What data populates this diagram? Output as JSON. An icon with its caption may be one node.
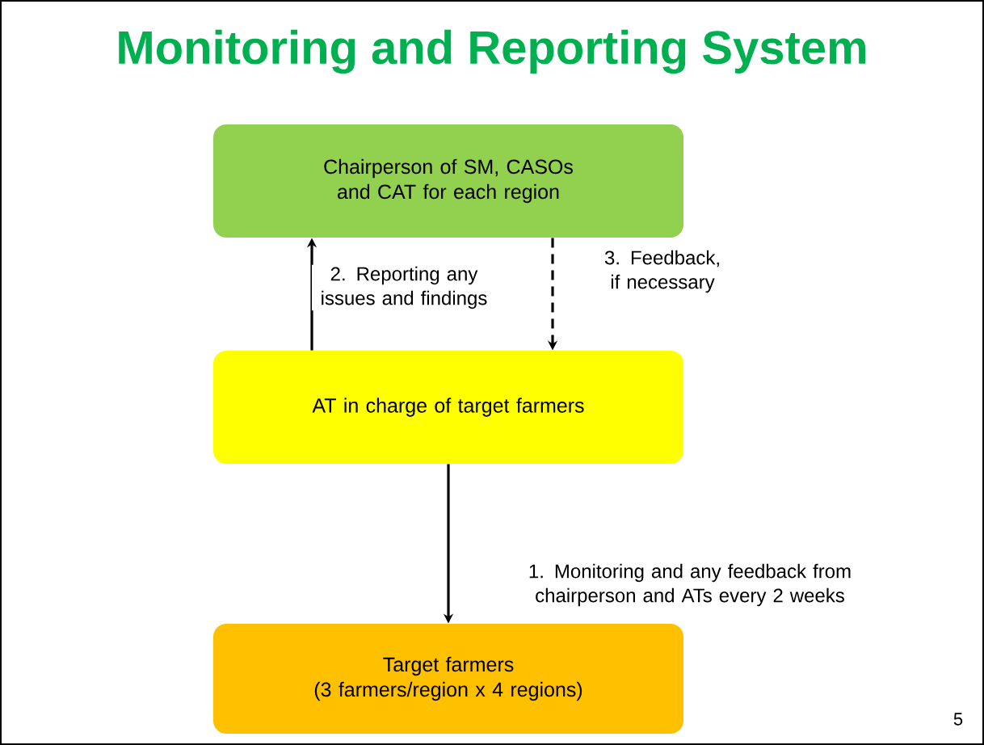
{
  "diagram": {
    "title": "Monitoring and Reporting System",
    "nodes": [
      {
        "text": [
          "Chairperson of SM, CASOs and CAT for each region"
        ]
      },
      {
        "text": [
          "AT in charge of target farmers"
        ]
      },
      {
        "text": [
          "Target farmers",
          "(3 farmers/region x 4 regions)"
        ]
      }
    ],
    "edges": [
      {
        "from": 1,
        "to": 0,
        "arrow": "to",
        "label": "2. Reporting any issues and findings"
      },
      {
        "from": 0,
        "to": 1,
        "arrow": "to",
        "style": "dashed",
        "label": "3. Feedback, if necessary"
      },
      {
        "from": 1,
        "to": 2,
        "arrow": "to",
        "label": "1. Monitoring and any feedback from chairperson and ATs every 2 weeks"
      }
    ],
    "labels": [
      "5"
    ]
  }
}
